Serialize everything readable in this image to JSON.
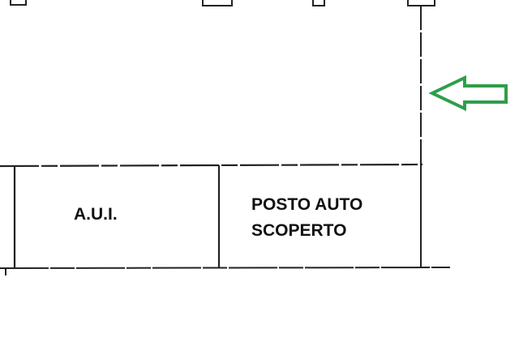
{
  "floor_plan": {
    "rooms": [
      {
        "id": "aui",
        "label_lines": [
          "A.U.I."
        ]
      },
      {
        "id": "posto",
        "label_lines": [
          "POSTO AUTO",
          "SCOPERTO"
        ]
      }
    ]
  },
  "colors": {
    "wall": "#222222",
    "arrow": "#2e9e4a",
    "background": "#ffffff"
  },
  "icons": [
    "left-arrow-icon"
  ]
}
